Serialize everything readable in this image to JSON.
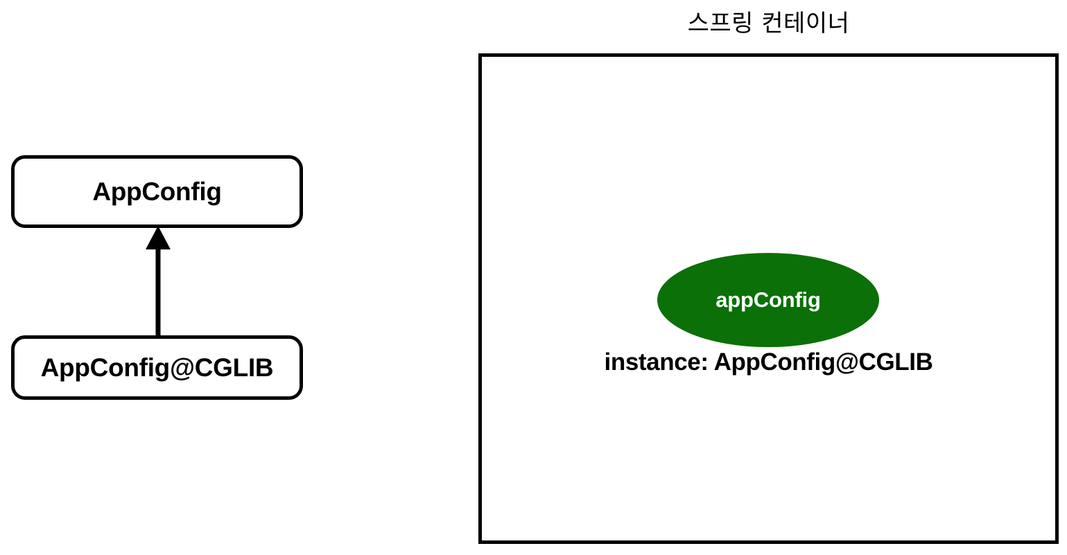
{
  "diagram": {
    "type": "spring-bean-configuration-diagram",
    "class_diagram": {
      "parent_class": "AppConfig",
      "child_class": "AppConfig@CGLIB",
      "relation": "inheritance-arrow-up"
    },
    "spring_container": {
      "title": "스프링 컨테이너",
      "bean": {
        "name": "appConfig",
        "instance_label": "instance: AppConfig@CGLIB",
        "fill_color": "#0a7007",
        "text_color": "#ffffff"
      },
      "border_color": "#000000"
    }
  }
}
